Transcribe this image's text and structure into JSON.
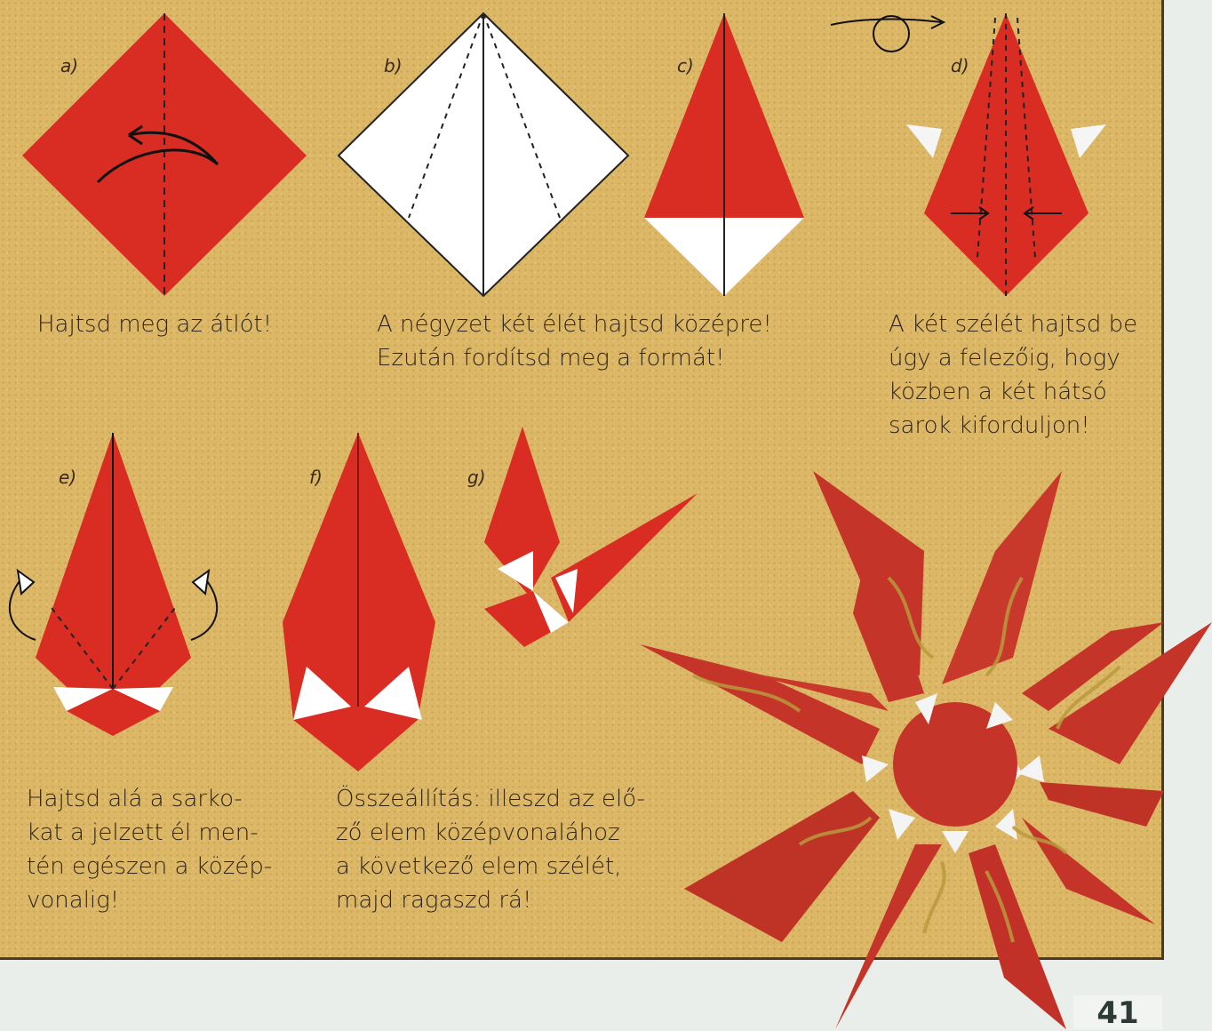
{
  "steps": {
    "a": {
      "label": "a)",
      "caption": "Hajtsd meg az átlót!"
    },
    "b": {
      "label": "b)",
      "caption": "A négyzet két élét hajtsd középre!\nEzután fordítsd meg a formát!"
    },
    "c": {
      "label": "c)"
    },
    "d": {
      "label": "d)",
      "caption": "A két szélét hajtsd be\núgy a felezőig, hogy\nközben a két hátsó\nsarok kiforduljon!"
    },
    "e": {
      "label": "e)",
      "caption": "Hajtsd alá a sarko-\nkat a jelzett él men-\ntén egészen a közép-\nvonalig!"
    },
    "f": {
      "label": "f)",
      "caption": "Összeállítás: illeszd az elő-\nző elem középvonalához\na következő elem szélét,\nmajd ragaszd rá!"
    },
    "g": {
      "label": "g)"
    }
  },
  "page_number": "41",
  "colors": {
    "paper_red": "#d92c22",
    "paper_white": "#ffffff",
    "panel_bg": "#dbb766",
    "star_red": "#c43428"
  }
}
